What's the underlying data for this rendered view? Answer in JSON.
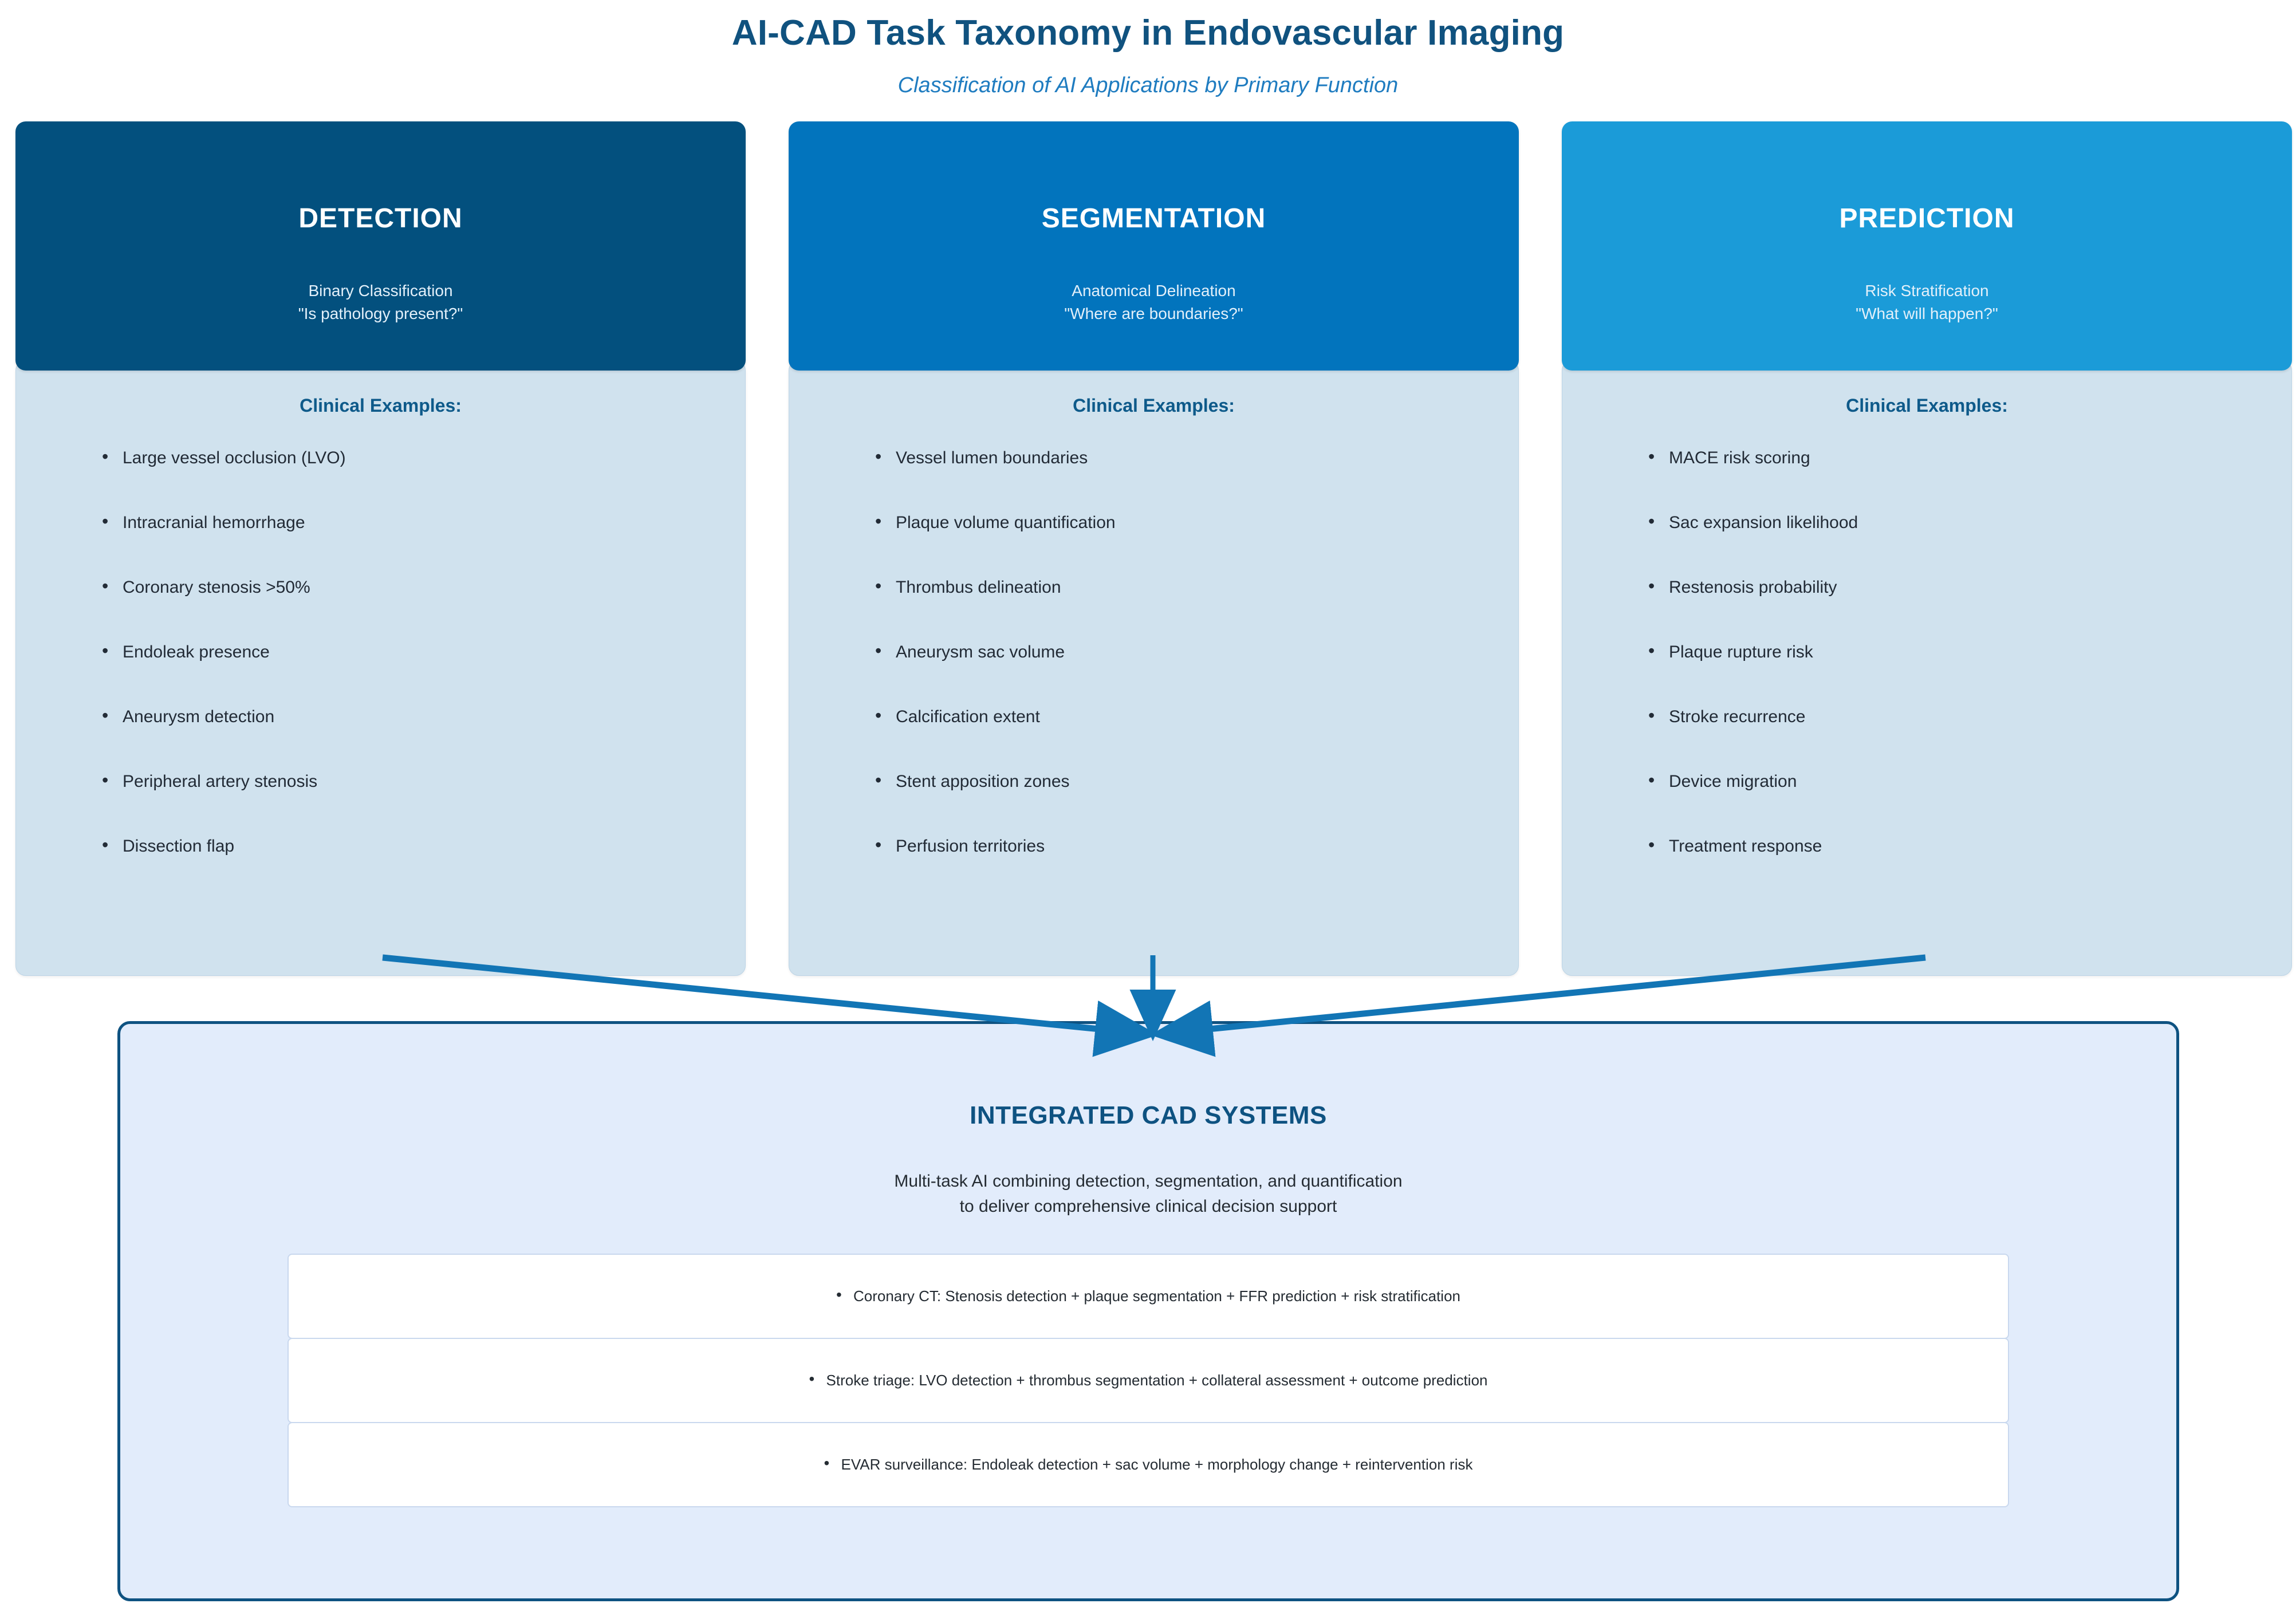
{
  "header": {
    "title": "AI-CAD Task Taxonomy in Endovascular Imaging",
    "subtitle": "Classification of AI Applications by Primary Function"
  },
  "colors": {
    "detection_header": "#03507e",
    "segmentation_header": "#0274bd",
    "prediction_header": "#1b9bd8",
    "card_body": "#d0e2ee",
    "integrated_panel": "#e2ecfb",
    "integrated_border": "#0e5281",
    "arrow": "#1275b5",
    "title_text": "#10527f",
    "subtitle_text": "#1f7cc0"
  },
  "cards": [
    {
      "title": "DETECTION",
      "subtitle_line1": "Binary Classification",
      "subtitle_line2": "\"Is pathology present?\"",
      "examples_label": "Clinical Examples:",
      "examples": [
        "Large vessel occlusion (LVO)",
        "Intracranial hemorrhage",
        "Coronary stenosis >50%",
        "Endoleak presence",
        "Aneurysm detection",
        "Peripheral artery stenosis",
        "Dissection flap"
      ]
    },
    {
      "title": "SEGMENTATION",
      "subtitle_line1": "Anatomical Delineation",
      "subtitle_line2": "\"Where are boundaries?\"",
      "examples_label": "Clinical Examples:",
      "examples": [
        "Vessel lumen boundaries",
        "Plaque volume quantification",
        "Thrombus delineation",
        "Aneurysm sac volume",
        "Calcification extent",
        "Stent apposition zones",
        "Perfusion territories"
      ]
    },
    {
      "title": "PREDICTION",
      "subtitle_line1": "Risk Stratification",
      "subtitle_line2": "\"What will happen?\"",
      "examples_label": "Clinical Examples:",
      "examples": [
        "MACE risk scoring",
        "Sac expansion likelihood",
        "Restenosis probability",
        "Plaque rupture risk",
        "Stroke recurrence",
        "Device migration",
        "Treatment response"
      ]
    }
  ],
  "integrated": {
    "title": "INTEGRATED CAD SYSTEMS",
    "description_line1": "Multi-task AI combining detection, segmentation, and quantification",
    "description_line2": "to deliver comprehensive clinical decision support",
    "examples": [
      "Coronary CT: Stenosis detection + plaque segmentation + FFR prediction + risk stratification",
      "Stroke triage: LVO detection + thrombus segmentation + collateral assessment + outcome prediction",
      "EVAR surveillance: Endoleak detection + sac volume + morphology change + reintervention risk"
    ]
  }
}
